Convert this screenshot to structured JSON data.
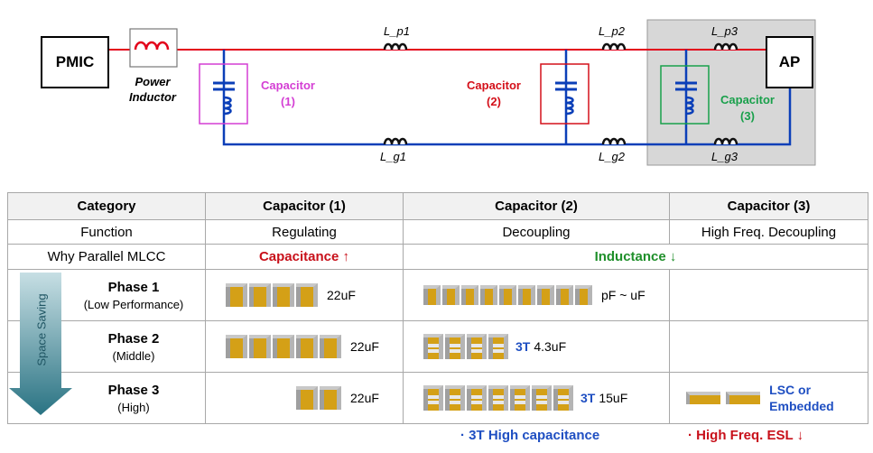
{
  "circuit": {
    "pmic": "PMIC",
    "ap": "AP",
    "power_inductor": [
      "Power",
      "Inductor"
    ],
    "lp1": "L_p1",
    "lp2": "L_p2",
    "lp3": "L_p3",
    "lg1": "L_g1",
    "lg2": "L_g2",
    "lg3": "L_g3",
    "cap1": [
      "Capacitor",
      "(1)"
    ],
    "cap2": [
      "Capacitor",
      "(2)"
    ],
    "cap3": [
      "Capacitor",
      "(3)"
    ]
  },
  "colors": {
    "power_line": "#e3001b",
    "ground_line": "#0b3fb8",
    "cap1": "#d43fd4",
    "cap2": "#d4101a",
    "cap3": "#19a04b",
    "shade": "#d7d7d7",
    "red_text": "#c8101a",
    "green_text": "#1f8f2a",
    "blue_text": "#1f4fc2",
    "arrow": "#2a7383"
  },
  "table": {
    "headers": [
      "Category",
      "Capacitor (1)",
      "Capacitor (2)",
      "Capacitor (3)"
    ],
    "function_row": [
      "Function",
      "Regulating",
      "Decoupling",
      "High Freq. Decoupling"
    ],
    "why_row": [
      "Why Parallel MLCC",
      "Capacitance ↑",
      "Inductance ↓"
    ],
    "phases": [
      {
        "name": "Phase 1",
        "sub": "(Low Performance)",
        "c1_value": "22uF",
        "c2_value": "pF ~ uF",
        "c2_tag": ""
      },
      {
        "name": "Phase 2",
        "sub": "(Middle)",
        "c1_value": "22uF",
        "c2_value": "4.3uF",
        "c2_tag": "3T"
      },
      {
        "name": "Phase 3",
        "sub": "(High)",
        "c1_value": "22uF",
        "c2_value": "15uF",
        "c2_tag": "3T"
      }
    ],
    "phase3_c3": [
      "LSC or",
      "Embedded"
    ]
  },
  "side_arrow": "Space Saving",
  "footnotes": [
    "· 3T High capacitance",
    "· High Freq. ESL ↓"
  ]
}
